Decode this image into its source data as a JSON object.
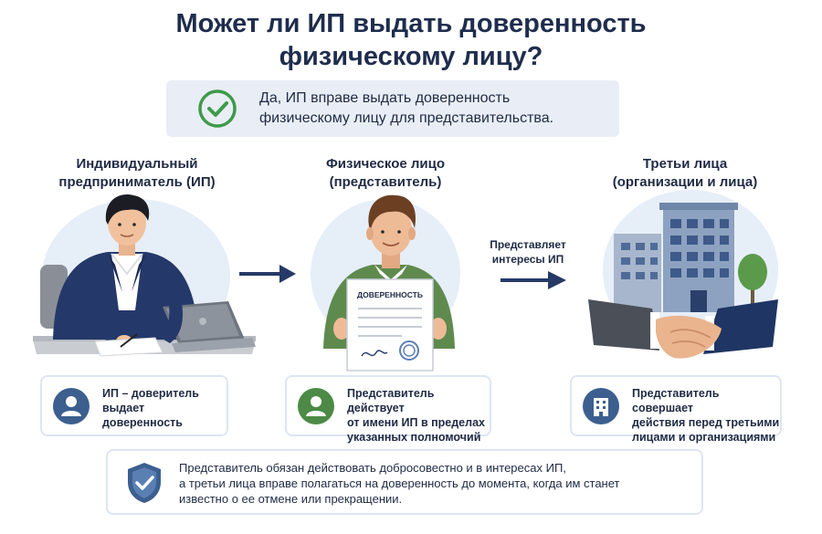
{
  "title_line1": "Может ли ИП выдать доверенность",
  "title_line2": "физическому лицу?",
  "answer": {
    "line1": "Да, ИП вправе выдать доверенность",
    "line2": "физическому лицу для представительства."
  },
  "columns": [
    {
      "title_line1": "Индивидуальный",
      "title_line2": "предприниматель (ИП)"
    },
    {
      "title_line1": "Физическое лицо",
      "title_line2": "(представитель)"
    },
    {
      "title_line1": "Третьи лица",
      "title_line2": "(организации и лица)"
    }
  ],
  "arrow_label": {
    "line1": "Представляет",
    "line2": "интересы ИП"
  },
  "document_label": "ДОВЕРЕННОСТЬ",
  "cards": [
    {
      "line1": "ИП – доверитель",
      "line2": "выдает доверенность",
      "icon": "person-icon"
    },
    {
      "line1": "Представитель действует",
      "line2": "от имени ИП в пределах",
      "line3": "указанных полномочий",
      "icon": "person-icon"
    },
    {
      "line1": "Представитель совершает",
      "line2": "действия перед третьими",
      "line3": "лицами и организациями",
      "icon": "building-icon"
    }
  ],
  "bottom_note": {
    "line1": "Представитель обязан действовать добросовестно и в интересах ИП,",
    "line2": "а третьи лица вправе полагаться на доверенность до момента, когда им станет",
    "line3": "известно о ее отмене или прекращении.",
    "icon": "shield-check-icon"
  },
  "colors": {
    "title": "#1f2d4d",
    "accent_green": "#3f9a4a",
    "navy": "#2b3f6b",
    "circle_bg": "#e6eef8",
    "icon_blue": "#3c5f8f"
  }
}
